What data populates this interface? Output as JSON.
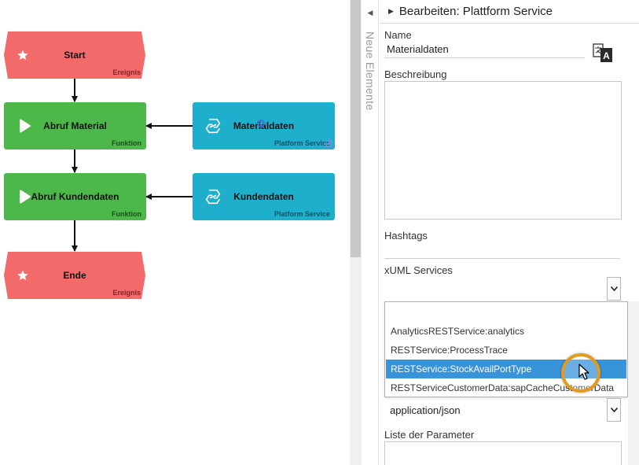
{
  "diagram": {
    "nodes": {
      "start": {
        "label": "Start",
        "type": "Ereignis"
      },
      "abruf_material": {
        "label": "Abruf Material",
        "type": "Funktion"
      },
      "materialdaten": {
        "label": "Materialdaten",
        "type": "Platform Service"
      },
      "abruf_kundendaten": {
        "label": "Abruf Kundendaten",
        "type": "Funktion"
      },
      "kundendaten": {
        "label": "Kundendaten",
        "type": "Platform Service"
      },
      "ende": {
        "label": "Ende",
        "type": "Ereignis"
      }
    }
  },
  "side_tab": {
    "label": "Neue Elemente"
  },
  "panel": {
    "title": "Bearbeiten: Plattform Service",
    "name_label": "Name",
    "name_value": "Materialdaten",
    "beschreibung_label": "Beschreibung",
    "hashtags_label": "Hashtags",
    "xuml_label": "xUML Services",
    "xuml_options": [
      "AnalyticsRESTService:analytics",
      "RESTService:ProcessTrace",
      "RESTService:StockAvailPortType",
      "RESTServiceCustomerData:sapCacheCustomerData"
    ],
    "xuml_selected": "RESTService:StockAvailPortType",
    "content_type_value": "application/json",
    "parameter_label": "Liste der Parameter"
  },
  "colors": {
    "event": "#f36a6a",
    "function": "#4db84a",
    "platform_service": "#1eafcc",
    "selection": "#3993d8",
    "cursor_highlight": "#e39a20"
  }
}
